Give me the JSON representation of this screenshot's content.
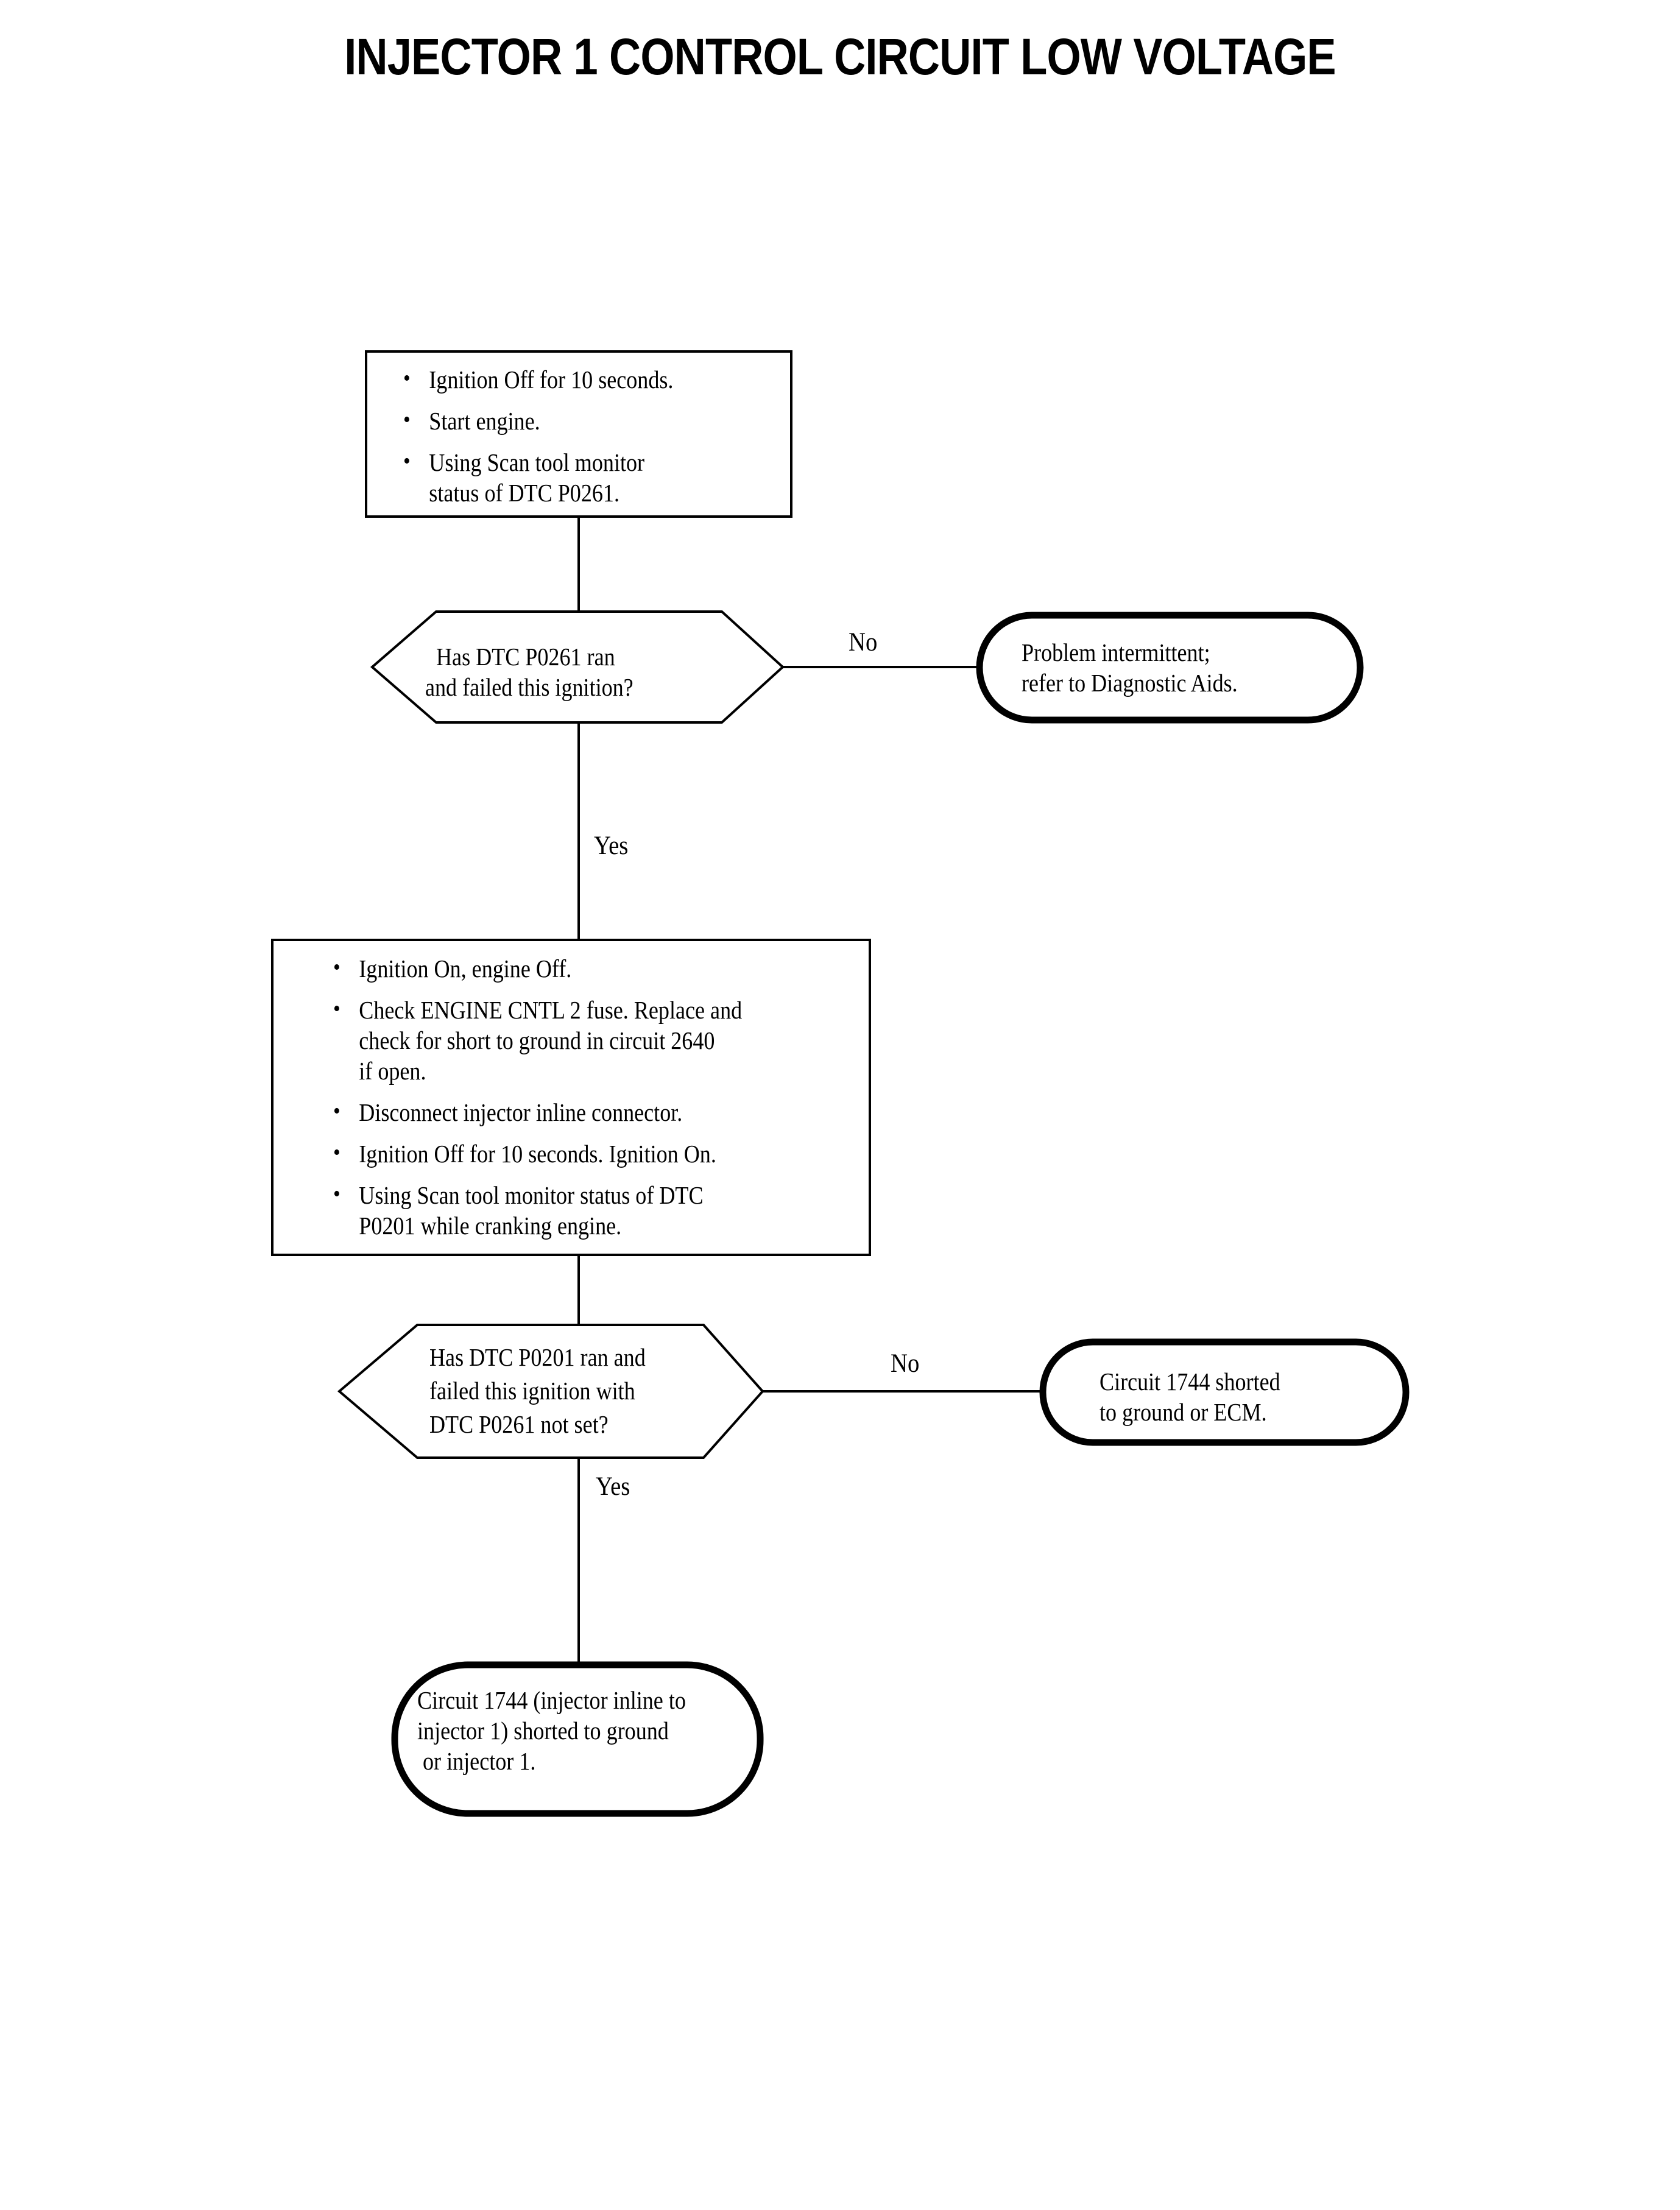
{
  "page": {
    "title": "INJECTOR 1 CONTROL CIRCUIT LOW VOLTAGE",
    "background_color": "#ffffff",
    "ink_color": "#000000"
  },
  "flowchart": {
    "type": "diagnostic-flowchart",
    "nodes": [
      {
        "id": "step-1",
        "shape": "rectangle",
        "bullets": [
          "Ignition Off for 10 seconds.",
          "Start engine.",
          "Using Scan tool monitor\nstatus of DTC P0261."
        ]
      },
      {
        "id": "decision-1",
        "shape": "hexagon",
        "lines": [
          "Has DTC P0261 ran",
          "and failed this ignition?"
        ]
      },
      {
        "id": "result-1",
        "shape": "stadium",
        "lines": [
          "Problem intermittent;",
          "refer to Diagnostic Aids."
        ]
      },
      {
        "id": "step-2",
        "shape": "rectangle",
        "bullets": [
          "Ignition On, engine Off.",
          "Check ENGINE CNTL 2 fuse. Replace and\ncheck for short to ground in circuit 2640\nif open.",
          "Disconnect injector inline connector.",
          "Ignition Off for 10 seconds. Ignition On.",
          "Using Scan tool monitor status of DTC\nP0201 while cranking engine."
        ]
      },
      {
        "id": "decision-2",
        "shape": "hexagon",
        "lines": [
          "Has DTC P0201 ran and",
          "failed this ignition with",
          "DTC P0261 not set?"
        ]
      },
      {
        "id": "result-2",
        "shape": "stadium",
        "lines": [
          "Circuit 1744 shorted",
          "to ground or ECM."
        ]
      },
      {
        "id": "result-3",
        "shape": "stadium",
        "lines": [
          "Circuit 1744 (injector inline to",
          "injector 1) shorted to ground",
          " or injector 1."
        ]
      }
    ],
    "edges": [
      {
        "id": "edge-step1-decision1",
        "from": "step-1",
        "to": "decision-1",
        "label": ""
      },
      {
        "id": "edge-decision1-result1",
        "from": "decision-1",
        "to": "result-1",
        "label": "No"
      },
      {
        "id": "edge-decision1-step2",
        "from": "decision-1",
        "to": "step-2",
        "label": "Yes"
      },
      {
        "id": "edge-step2-decision2",
        "from": "step-2",
        "to": "decision-2",
        "label": ""
      },
      {
        "id": "edge-decision2-result2",
        "from": "decision-2",
        "to": "result-2",
        "label": "No"
      },
      {
        "id": "edge-decision2-result3",
        "from": "decision-2",
        "to": "result-3",
        "label": "Yes"
      }
    ]
  }
}
